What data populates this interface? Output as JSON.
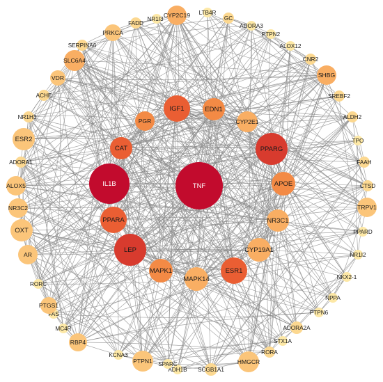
{
  "colors": {
    "edge": "#8a8a8a",
    "node_scale": [
      "#fde8a6",
      "#fcd890",
      "#fbc57a",
      "#f9ae63",
      "#f38a45",
      "#ea5e33",
      "#d83b2e",
      "#c20b2d"
    ],
    "label": "#1a1a1a"
  },
  "nodes": [
    {
      "id": "TNF",
      "label": "TNF",
      "degree": 8
    },
    {
      "id": "IL1B",
      "label": "IL1B",
      "degree": 7
    },
    {
      "id": "PPARG",
      "label": "PPARG",
      "degree": 6
    },
    {
      "id": "LEP",
      "label": "LEP",
      "degree": 6
    },
    {
      "id": "IGF1",
      "label": "IGF1",
      "degree": 5
    },
    {
      "id": "PPARA",
      "label": "PPARA",
      "degree": 5
    },
    {
      "id": "ESR1",
      "label": "ESR1",
      "degree": 5
    },
    {
      "id": "CAT",
      "label": "CAT",
      "degree": 5
    },
    {
      "id": "EDN1",
      "label": "EDN1",
      "degree": 4
    },
    {
      "id": "APOE",
      "label": "APOE",
      "degree": 4
    },
    {
      "id": "MAPK1",
      "label": "MAPK1",
      "degree": 4
    },
    {
      "id": "PGR",
      "label": "PGR",
      "degree": 4
    },
    {
      "id": "CYP2E1",
      "label": "CYP2E1",
      "degree": 3
    },
    {
      "id": "NR3C1",
      "label": "NR3C1",
      "degree": 3
    },
    {
      "id": "MAPK14",
      "label": "MAPK14",
      "degree": 3
    },
    {
      "id": "CYP19A1",
      "label": "CYP19A1",
      "degree": 3
    },
    {
      "id": "CYP2C19",
      "label": "CYP2C19",
      "degree": 3
    },
    {
      "id": "SLC6A4",
      "label": "SLC6A4",
      "degree": 3
    },
    {
      "id": "SHBG",
      "label": "SHBG",
      "degree": 3
    },
    {
      "id": "PRKCA",
      "label": "PRKCA",
      "degree": 2
    },
    {
      "id": "ESR2",
      "label": "ESR2",
      "degree": 2
    },
    {
      "id": "ALOX5",
      "label": "ALOX5",
      "degree": 2
    },
    {
      "id": "NR3C2",
      "label": "NR3C2",
      "degree": 2
    },
    {
      "id": "OXT",
      "label": "OXT",
      "degree": 2
    },
    {
      "id": "AR",
      "label": "AR",
      "degree": 2
    },
    {
      "id": "TRPV1",
      "label": "TRPV1",
      "degree": 2
    },
    {
      "id": "HMGCR",
      "label": "HMGCR",
      "degree": 2
    },
    {
      "id": "PTPN1",
      "label": "PTPN1",
      "degree": 2
    },
    {
      "id": "RBP4",
      "label": "RBP4",
      "degree": 2
    },
    {
      "id": "PTGS1",
      "label": "PTGS1",
      "degree": 2
    },
    {
      "id": "VDR",
      "label": "VDR",
      "degree": 2
    },
    {
      "id": "NR1H3",
      "label": "NR1H3",
      "degree": 1
    },
    {
      "id": "ADORA1",
      "label": "ADORA1",
      "degree": 1
    },
    {
      "id": "ACHE",
      "label": "ACHE",
      "degree": 1
    },
    {
      "id": "SREBF2",
      "label": "SREBF2",
      "degree": 1
    },
    {
      "id": "CNR2",
      "label": "CNR2",
      "degree": 1
    },
    {
      "id": "ALDH2",
      "label": "ALDH2",
      "degree": 1
    },
    {
      "id": "FAAH",
      "label": "FAAH",
      "degree": 1
    },
    {
      "id": "CTSD",
      "label": "CTSD",
      "degree": 1
    },
    {
      "id": "ADORA2A",
      "label": "ADORA2A",
      "degree": 1
    },
    {
      "id": "RORA",
      "label": "RORA",
      "degree": 1
    },
    {
      "id": "SCGB1A1",
      "label": "SCGB1A1",
      "degree": 1
    },
    {
      "id": "FADD",
      "label": "FADD",
      "degree": 1
    },
    {
      "id": "GC",
      "label": "GC",
      "degree": 1
    },
    {
      "id": "SERPINA6",
      "label": "SERPINA6",
      "degree": 1
    },
    {
      "id": "NR1I3",
      "label": "NR1I3",
      "degree": 0
    },
    {
      "id": "LTB4R",
      "label": "LTB4R",
      "degree": 0
    },
    {
      "id": "ADORA3",
      "label": "ADORA3",
      "degree": 0
    },
    {
      "id": "PTPN2",
      "label": "PTPN2",
      "degree": 0
    },
    {
      "id": "ALOX12",
      "label": "ALOX12",
      "degree": 0
    },
    {
      "id": "TPO",
      "label": "TPO",
      "degree": 0
    },
    {
      "id": "PPARD",
      "label": "PPARD",
      "degree": 0
    },
    {
      "id": "NR1I2",
      "label": "NR1I2",
      "degree": 0
    },
    {
      "id": "NKX2-1",
      "label": "NKX2-1",
      "degree": 0
    },
    {
      "id": "NPPA",
      "label": "NPPA",
      "degree": 0
    },
    {
      "id": "PTPN6",
      "label": "PTPN6",
      "degree": 0
    },
    {
      "id": "STX1A",
      "label": "STX1A",
      "degree": 0
    },
    {
      "id": "ADH1B",
      "label": "ADH1B",
      "degree": 0
    },
    {
      "id": "SPARC",
      "label": "SPARC",
      "degree": 0
    },
    {
      "id": "KCNA3",
      "label": "KCNA3",
      "degree": 0
    },
    {
      "id": "MC4R",
      "label": "MC4R",
      "degree": 0
    },
    {
      "id": "FAS",
      "label": "FAS",
      "degree": 0
    },
    {
      "id": "RORC",
      "label": "RORC",
      "degree": 0
    }
  ]
}
